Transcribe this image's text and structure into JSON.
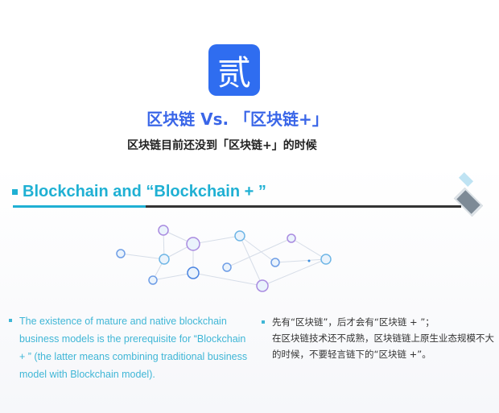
{
  "badge": {
    "text": "贰",
    "color": "#2f6df0"
  },
  "title": "区块链 Vs. 「区块链+」",
  "subtitle": "区块链目前还没到「区块链+」的时候",
  "slide": {
    "heading": "Blockchain and “Blockchain + ”",
    "left_text": "The existence of mature and native blockchain business models is the prerequisite for “Blockchain + ” (the latter means combining traditional business model with Blockchain model).",
    "right_lines": [
      "先有“区块链”，后才会有“区块链 + ”；",
      "在区块链技术还不成熟，区块链链上原生业态规模不大的时候，不要轻言链下的“区块链 +”。"
    ]
  },
  "colors": {
    "accent": "#1fb0d3",
    "title": "#3a66e8"
  }
}
